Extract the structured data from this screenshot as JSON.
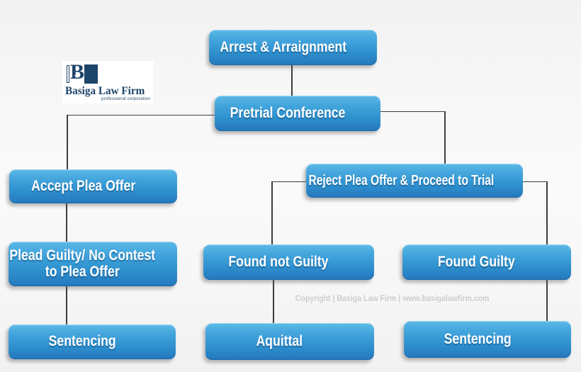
{
  "logo": {
    "firm_name": "Basiga Law Firm",
    "tagline": "professional corporation",
    "monogram_letter": "B"
  },
  "watermark": "Copyright | Basiga Law Firm | www.basigalawfirm.com",
  "nodes": {
    "arrest": {
      "label": "Arrest & Arraignment"
    },
    "pretrial": {
      "label": "Pretrial Conference"
    },
    "accept": {
      "label": "Accept Plea Offer"
    },
    "reject": {
      "label": "Reject Plea Offer & Proceed to Trial"
    },
    "plead": {
      "label": "Plead Guilty/ No Contest\nto Plea Offer"
    },
    "found_not_guilty": {
      "label": "Found not Guilty"
    },
    "found_guilty": {
      "label": "Found Guilty"
    },
    "sentencing_left": {
      "label": "Sentencing"
    },
    "aquittal": {
      "label": "Aquittal"
    },
    "sentencing_right": {
      "label": "Sentencing"
    }
  },
  "edges": [
    {
      "from": "arrest",
      "to": "pretrial"
    },
    {
      "from": "pretrial",
      "to": "accept"
    },
    {
      "from": "pretrial",
      "to": "reject"
    },
    {
      "from": "accept",
      "to": "plead"
    },
    {
      "from": "plead",
      "to": "sentencing_left"
    },
    {
      "from": "reject",
      "to": "found_not_guilty"
    },
    {
      "from": "reject",
      "to": "found_guilty"
    },
    {
      "from": "found_not_guilty",
      "to": "aquittal"
    },
    {
      "from": "found_guilty",
      "to": "sentencing_right"
    }
  ],
  "colors": {
    "node_gradient_top": "#5cb9e7",
    "node_gradient_bottom": "#2478bc",
    "node_text": "#ffffff",
    "connector": "#3d3d3d",
    "logo_navy": "#1d4469",
    "watermark_gray": "#cccbcb",
    "background": "#f6f5f5"
  }
}
